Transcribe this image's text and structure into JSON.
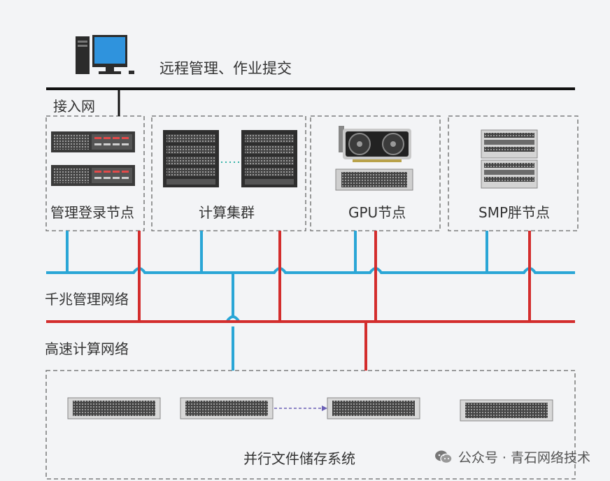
{
  "header": {
    "title": "远程管理、作业提交",
    "network_label": "接入网"
  },
  "groups": [
    {
      "label": "管理登录节点"
    },
    {
      "label": "计算集群"
    },
    {
      "label": "GPU节点"
    },
    {
      "label": "SMP胖节点"
    }
  ],
  "networks": {
    "gigabit": {
      "label": "千兆管理网络",
      "color": "#2aa6d6"
    },
    "highspeed": {
      "label": "高速计算网络",
      "color": "#d32d2d"
    }
  },
  "storage": {
    "label": "并行文件储存系统"
  },
  "watermark": {
    "text": "公众号 · 青石网络技术",
    "icon": "wechat-icon"
  }
}
